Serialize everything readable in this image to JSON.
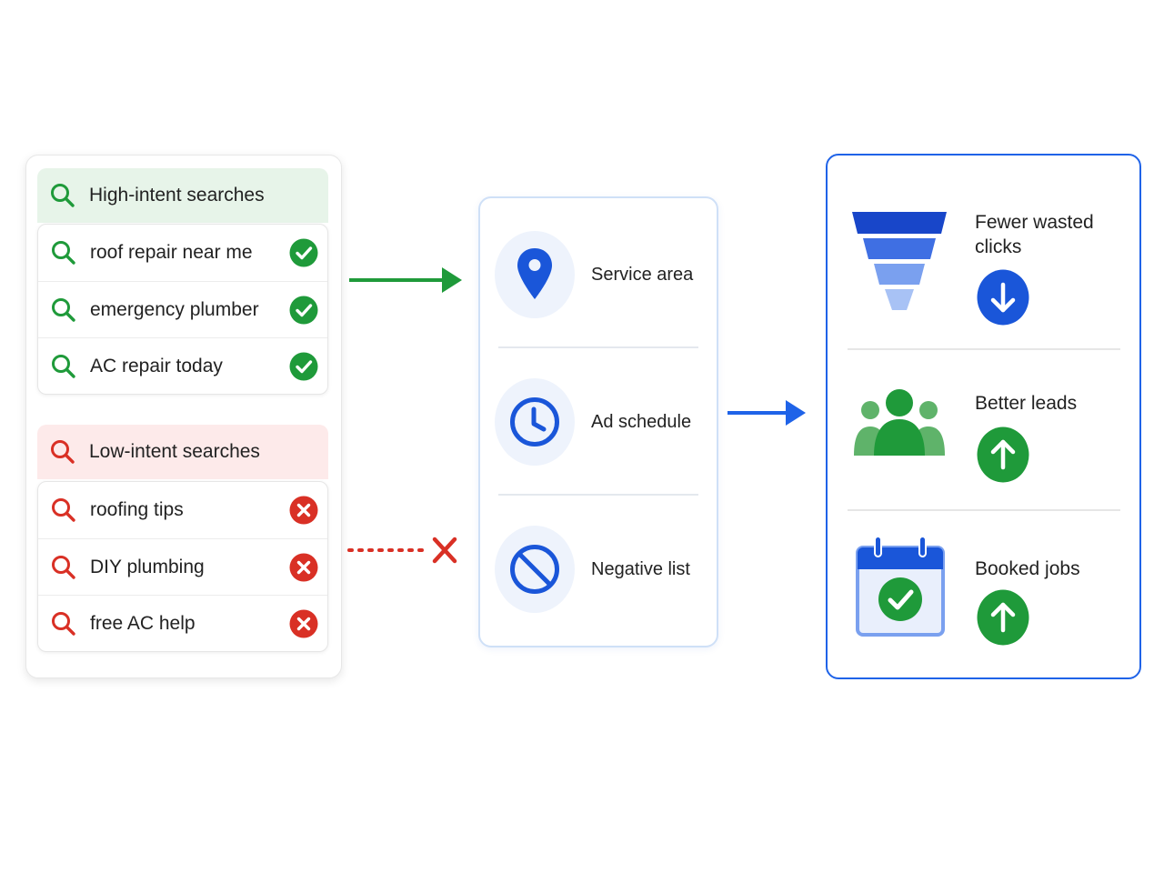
{
  "high_intent": {
    "title": "High-intent searches",
    "items": [
      {
        "label": "roof repair near me",
        "status": "included"
      },
      {
        "label": "emergency plumber",
        "status": "included"
      },
      {
        "label": "AC repair today",
        "status": "included"
      }
    ]
  },
  "low_intent": {
    "title": "Low-intent searches",
    "items": [
      {
        "label": "roofing tips",
        "status": "excluded"
      },
      {
        "label": "DIY plumbing",
        "status": "excluded"
      },
      {
        "label": "free AC help",
        "status": "excluded"
      }
    ]
  },
  "targeting": {
    "items": [
      {
        "label": "Service area",
        "icon": "location-pin-icon"
      },
      {
        "label": "Ad schedule",
        "icon": "clock-icon"
      },
      {
        "label": "Negative list",
        "icon": "block-icon"
      }
    ]
  },
  "results": {
    "items": [
      {
        "label": "Fewer wasted clicks",
        "icon": "funnel-icon",
        "trend": "down"
      },
      {
        "label": "Better leads",
        "icon": "people-group-icon",
        "trend": "up"
      },
      {
        "label": "Booked jobs",
        "icon": "calendar-check-icon",
        "trend": "up"
      }
    ]
  },
  "colors": {
    "green": "#1f9a3a",
    "red": "#d93025",
    "blue": "#1f63e8",
    "high_bg": "#e7f4e9",
    "low_bg": "#fdeaea"
  }
}
